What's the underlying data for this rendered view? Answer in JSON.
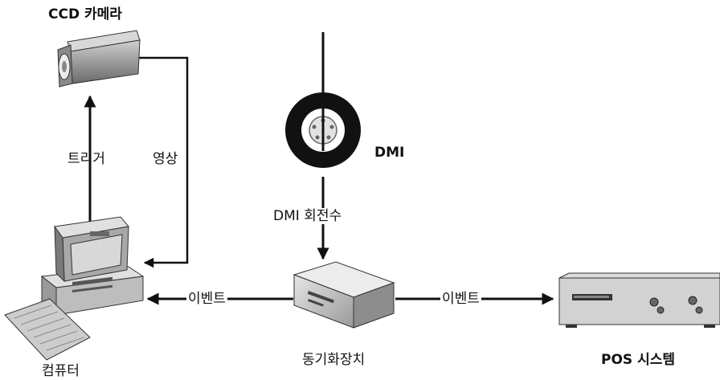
{
  "labels": {
    "ccd_camera": "CCD 카메라",
    "trigger": "트리거",
    "video": "영상",
    "dmi": "DMI",
    "dmi_rotation": "DMI 회전수",
    "computer": "컴퓨터",
    "sync_device": "동기화장치",
    "pos_system": "POS 시스템",
    "event_left": "이벤트",
    "event_right": "이벤트"
  }
}
